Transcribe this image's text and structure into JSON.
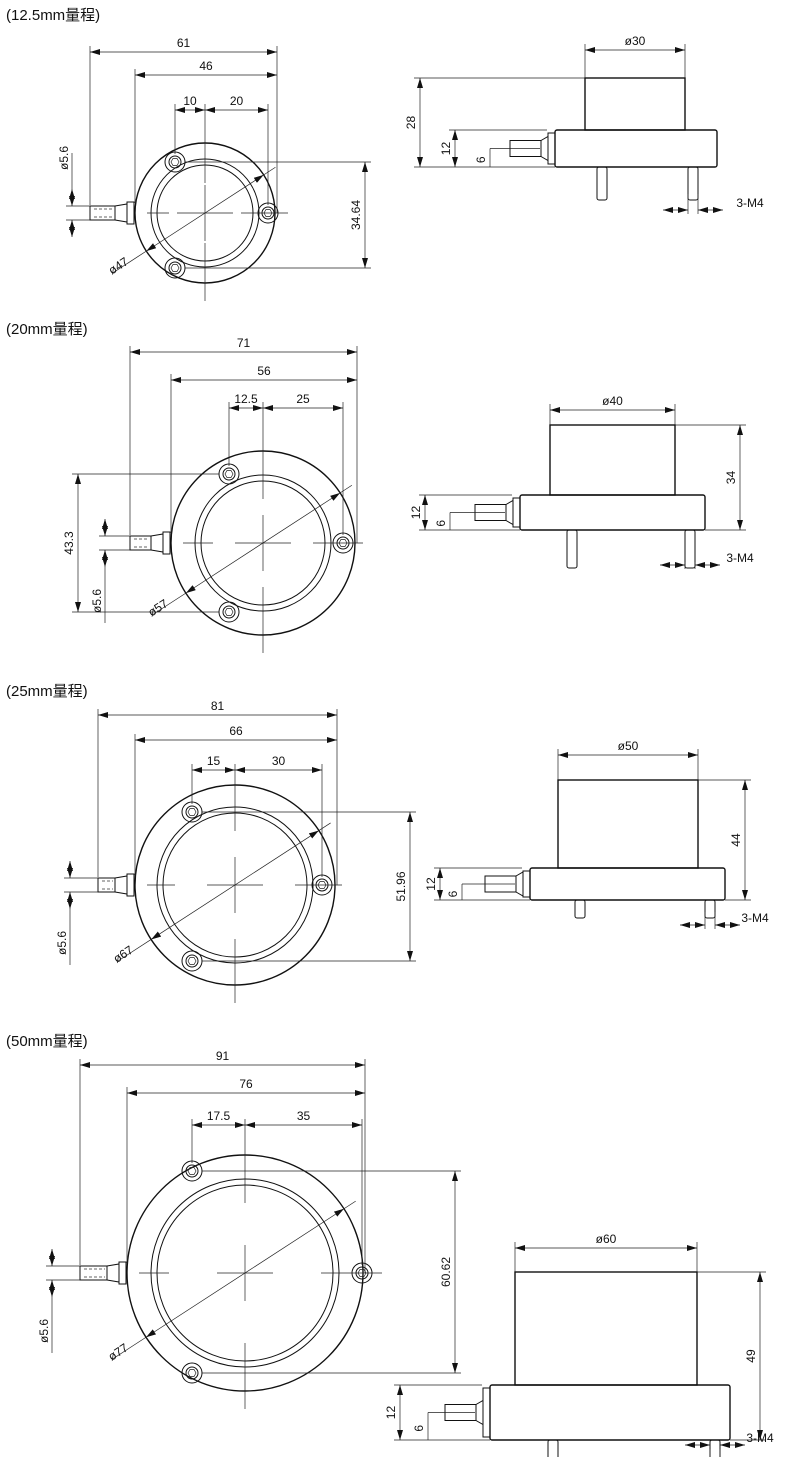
{
  "sections": [
    {
      "title": "(12.5mm量程)",
      "top": {
        "overall": "61",
        "flange": "46",
        "hole_offset": "10",
        "hole_to_center": "20",
        "hole_spacing": "34.64",
        "cable_dia": "ø5.6",
        "flange_dia": "ø47"
      },
      "side": {
        "body_dia": "ø30",
        "height": "28",
        "flange_thk": "12",
        "cable_height": "6",
        "thread": "3-M4"
      }
    },
    {
      "title": "(20mm量程)",
      "top": {
        "overall": "71",
        "flange": "56",
        "hole_offset": "12.5",
        "hole_to_center": "25",
        "hole_spacing": "43.3",
        "cable_dia": "ø5.6",
        "flange_dia": "ø57"
      },
      "side": {
        "body_dia": "ø40",
        "height": "34",
        "flange_thk": "12",
        "cable_height": "6",
        "thread": "3-M4"
      }
    },
    {
      "title": "(25mm量程)",
      "top": {
        "overall": "81",
        "flange": "66",
        "hole_offset": "15",
        "hole_to_center": "30",
        "hole_spacing": "51.96",
        "cable_dia": "ø5.6",
        "flange_dia": "ø67"
      },
      "side": {
        "body_dia": "ø50",
        "height": "44",
        "flange_thk": "12",
        "cable_height": "6",
        "thread": "3-M4"
      }
    },
    {
      "title": "(50mm量程)",
      "top": {
        "overall": "91",
        "flange": "76",
        "hole_offset": "17.5",
        "hole_to_center": "35",
        "hole_spacing": "60.62",
        "cable_dia": "ø5.6",
        "flange_dia": "ø77"
      },
      "side": {
        "body_dia": "ø60",
        "height": "49",
        "flange_thk": "12",
        "cable_height": "6",
        "thread": "3-M4"
      }
    }
  ]
}
